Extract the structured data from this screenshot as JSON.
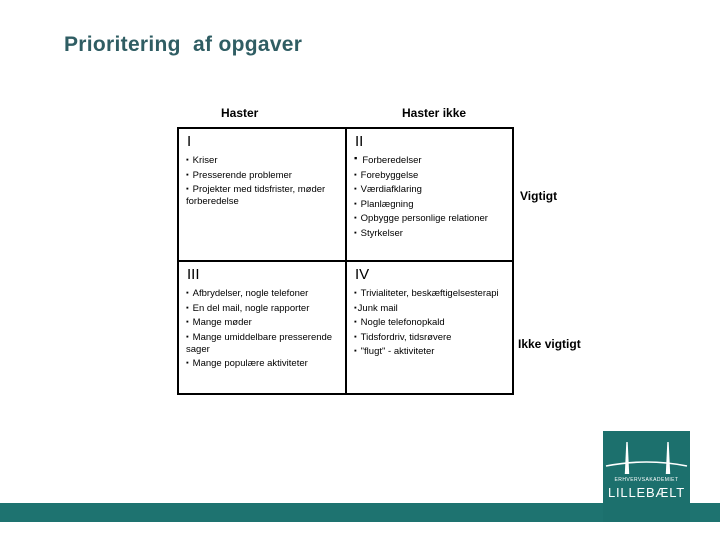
{
  "slide": {
    "title": "Prioritering  af opgaver"
  },
  "matrix": {
    "col_headers": {
      "left": "Haster",
      "right": "Haster ikke"
    },
    "row_labels": {
      "top": "Vigtigt",
      "bottom": "Ikke vigtigt"
    },
    "quadrants": [
      {
        "label": "I",
        "items": [
          "Kriser",
          "Presserende problemer",
          "Projekter med tidsfrister, møder forberedelse"
        ]
      },
      {
        "label": "II",
        "items": [
          "Forberedelser",
          "Forebyggelse",
          "Værdiafklaring",
          "Planlægning",
          "Opbygge personlige relationer",
          "Styrkelser"
        ]
      },
      {
        "label": "III",
        "items": [
          "Afbrydelser, nogle telefoner",
          "En del mail, nogle rapporter",
          "Mange møder",
          "Mange umiddelbare presserende sager",
          "Mange populære aktiviteter"
        ]
      },
      {
        "label": "IV",
        "items": [
          "Trivialiteter, beskæftigelsesterapi",
          "Junk mail",
          "Nogle telefonopkald",
          "Tidsfordriv, tidsrøvere",
          "\"flugt\" - aktiviteter"
        ]
      }
    ]
  },
  "logo": {
    "icon": "bridge-icon",
    "line1": "ERHVERVSAKADEMIET",
    "line2": "LILLEBÆLT"
  },
  "colors": {
    "title_text": "#2F5D63",
    "body_text": "#000000",
    "teal_band": "#1E7370",
    "logo_background": "#1C706D",
    "page_background": "#FFFFFF"
  }
}
